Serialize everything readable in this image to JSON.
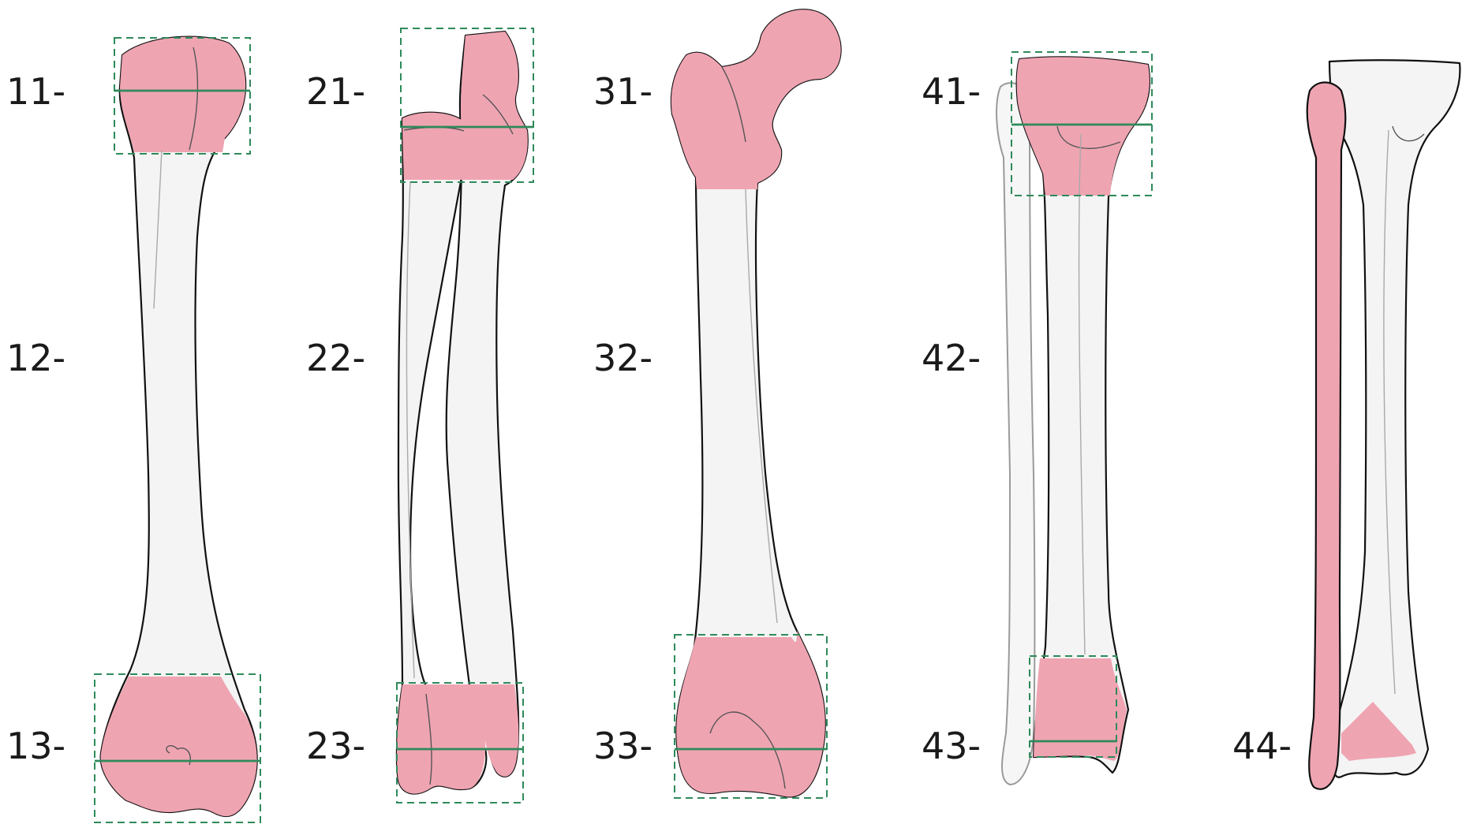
{
  "labels": {
    "c11": "11-",
    "c12": "12-",
    "c13": "13-",
    "c21": "21-",
    "c22": "22-",
    "c23": "23-",
    "c31": "31-",
    "c32": "32-",
    "c33": "33-",
    "c41": "41-",
    "c42": "42-",
    "c43": "43-",
    "c44": "44-"
  },
  "colors": {
    "segment_fill": "#efa4b2",
    "bone_fill": "#f4f4f4",
    "bone_outline": "#111111",
    "guide": "#2e8a5a"
  }
}
